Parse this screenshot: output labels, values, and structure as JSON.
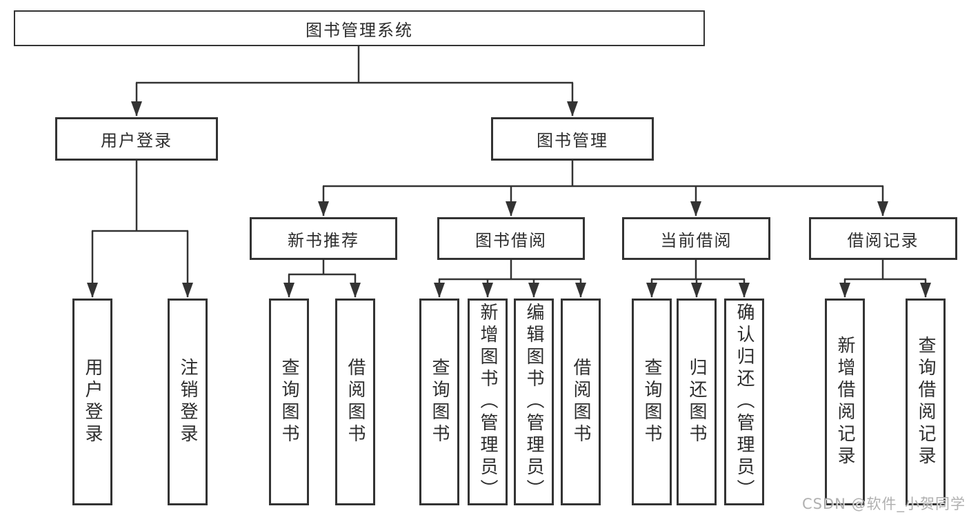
{
  "diagram": {
    "title": "图书管理系统",
    "nodes": {
      "root": {
        "label": "图书管理系统"
      },
      "user_login": {
        "label": "用户登录"
      },
      "book_mgmt": {
        "label": "图书管理"
      },
      "new_book_rec": {
        "label": "新书推荐"
      },
      "book_borrow": {
        "label": "图书借阅"
      },
      "current_borrow": {
        "label": "当前借阅"
      },
      "borrow_records": {
        "label": "借阅记录"
      },
      "leaf_login": {
        "label": "用户登录"
      },
      "leaf_logout": {
        "label": "注销登录"
      },
      "leaf_nbr_query": {
        "label": "查询图书"
      },
      "leaf_nbr_borrow": {
        "label": "借阅图书"
      },
      "leaf_bb_query": {
        "label": "查询图书"
      },
      "leaf_bb_add": {
        "label": "新增图书（管理员）"
      },
      "leaf_bb_edit": {
        "label": "编辑图书（管理员）"
      },
      "leaf_bb_borrow": {
        "label": "借阅图书"
      },
      "leaf_cb_query": {
        "label": "查询图书"
      },
      "leaf_cb_return": {
        "label": "归还图书"
      },
      "leaf_cb_confirm": {
        "label": "确认归还（管理员）"
      },
      "leaf_br_add": {
        "label": "新增借阅记录"
      },
      "leaf_br_query": {
        "label": "查询借阅记录"
      }
    },
    "hierarchy": {
      "root": [
        "user_login",
        "book_mgmt"
      ],
      "user_login": [
        "leaf_login",
        "leaf_logout"
      ],
      "book_mgmt": [
        "new_book_rec",
        "book_borrow",
        "current_borrow",
        "borrow_records"
      ],
      "new_book_rec": [
        "leaf_nbr_query",
        "leaf_nbr_borrow"
      ],
      "book_borrow": [
        "leaf_bb_query",
        "leaf_bb_add",
        "leaf_bb_edit",
        "leaf_bb_borrow"
      ],
      "current_borrow": [
        "leaf_cb_query",
        "leaf_cb_return",
        "leaf_cb_confirm"
      ],
      "borrow_records": [
        "leaf_br_add",
        "leaf_br_query"
      ]
    },
    "colors": {
      "line": "#333333",
      "box_border": "#333333",
      "text": "#2d2d2d",
      "watermark": "#a8a8a8",
      "background": "#ffffff"
    }
  },
  "watermark": "CSDN @软件_小贺同学"
}
